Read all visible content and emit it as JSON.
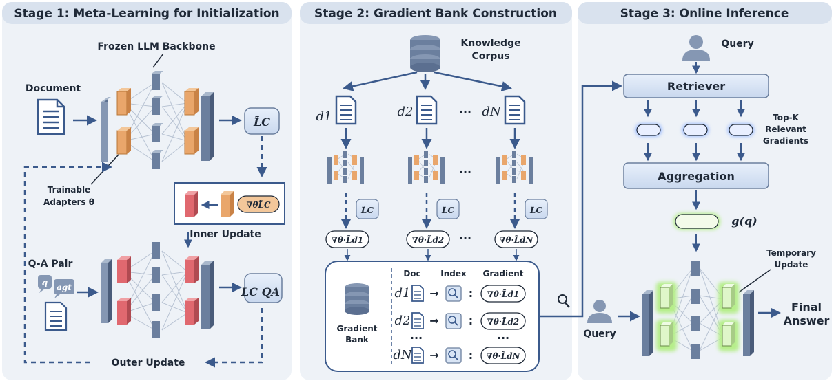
{
  "stages": {
    "stage1_title": "Stage 1: Meta-Learning for Initialization",
    "stage2_title": "Stage 2: Gradient Bank Construction",
    "stage3_title": "Stage 3: Online Inference"
  },
  "stage1": {
    "backbone_label": "Frozen LLM Backbone",
    "document_label": "Document",
    "adapters_line1": "Trainable",
    "adapters_line2": "Adapters θ",
    "loss_c": "L̃C",
    "grad_c": "∇θL̃C",
    "inner_update": "Inner Update",
    "qa_pair": "Q-A Pair",
    "q_bubble": "q",
    "a_bubble": "agt",
    "loss_qa": "LC QA",
    "outer_update": "Outer Update"
  },
  "stage2": {
    "corpus_line1": "Knowledge",
    "corpus_line2": "Corpus",
    "d1": "d1",
    "d2": "d2",
    "dN": "dN",
    "dots": "···",
    "loss1": "L̃C",
    "loss2": "L̃C",
    "loss3": "L̃C",
    "grad1": "∇θ·L̃d1",
    "grad2": "∇θ·L̃d2",
    "grad3": "∇θ·L̃dN",
    "bank_line1": "Gradient",
    "bank_line2": "Bank",
    "col_doc": "Doc",
    "col_index": "Index",
    "col_gradient": "Gradient",
    "row1_doc": "d1",
    "row2_doc": "d2",
    "row3_doc": "dN",
    "row1_grad": "∇θ·L̃d1",
    "row2_grad": "∇θ·L̃d2",
    "row3_grad": "∇θ·L̃dN",
    "arrow": "→",
    "colon": ":"
  },
  "stage3": {
    "query_top": "Query",
    "retriever": "Retriever",
    "topk_line1": "Top-K",
    "topk_line2": "Relevant",
    "topk_line3": "Gradients",
    "aggregation": "Aggregation",
    "gq": "g(q)",
    "temp_line1": "Temporary",
    "temp_line2": "Update",
    "query_bottom": "Query",
    "final_line1": "Final",
    "final_line2": "Answer"
  },
  "colors": {
    "panel_bg": "#eef2f7",
    "dark_blue": "#3b5a8c",
    "slate": "#6b7f9e",
    "orange": "#e9a66b",
    "red": "#e0686f",
    "green": "#c7ecb0",
    "box_fill": "#d9e5f5"
  }
}
